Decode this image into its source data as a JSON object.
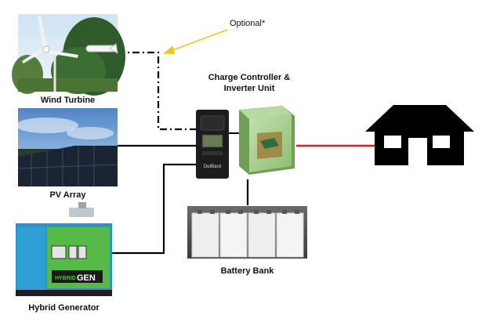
{
  "labels": {
    "optional": "Optional*",
    "wind_turbine": "Wind Turbine",
    "controller_line1": "Charge Controller &",
    "controller_line2": "Inverter Unit",
    "pv_array": "PV Array",
    "battery_bank": "Battery Bank",
    "hybrid_generator": "Hybrid Generator",
    "controller_brand": "OutBack",
    "generator_brand_1": "HYBRID",
    "generator_brand_2": "GEN"
  },
  "colors": {
    "wire_dc": "#000000",
    "wire_ac": "#d42027",
    "arrow": "#f0c419",
    "house": "#000000",
    "controller_body": "#1c1c1c",
    "inverter_body": "#a9d08e",
    "generator_body": "#57b947",
    "generator_frame": "#2a93c8",
    "battery_cell": "#efefef"
  },
  "icons": {
    "wind_turbine": "wind-turbine-photo",
    "pv_array": "solar-panel-photo",
    "controller": "charge-controller-photo",
    "inverter": "inverter-photo",
    "battery": "battery-bank-photo",
    "generator": "generator-photo",
    "house": "house-icon"
  }
}
